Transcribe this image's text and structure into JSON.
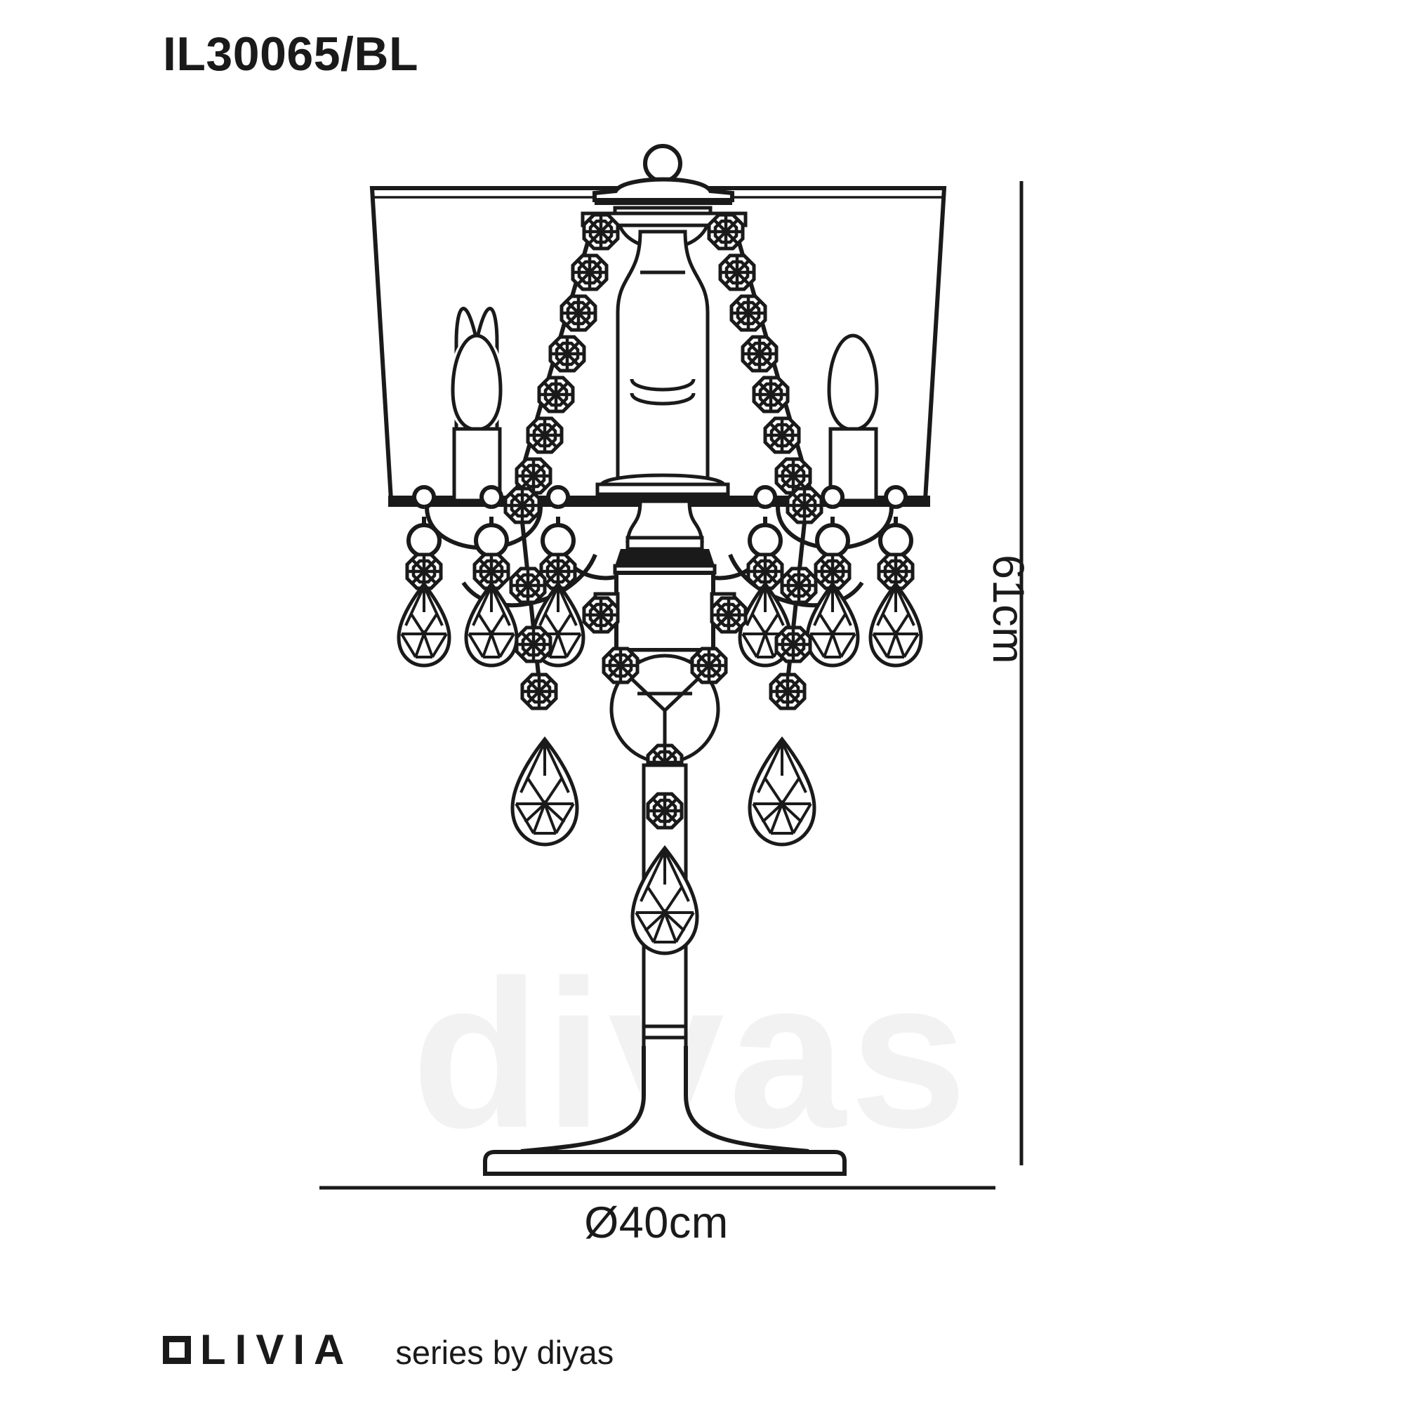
{
  "product": {
    "code": "IL30065/BL",
    "series_name": "OLIVIA",
    "series_tagline": "series by diyas",
    "watermark": "diyas"
  },
  "dimensions": {
    "height_label": "61cm",
    "width_label": "Ø40cm",
    "height_value": 61,
    "width_value": 40,
    "unit": "cm"
  },
  "colors": {
    "line": "#1a1a1a",
    "background": "#ffffff",
    "watermark": "#f2f2f2"
  },
  "drawing": {
    "title": "Olivia table lamp technical drawing",
    "parts": [
      "finial",
      "lamp-shade",
      "candle-bulb-left",
      "candle-bulb-right",
      "central-column",
      "crystal-bead-chain",
      "crystal-teardrop-pendant",
      "scroll-arm",
      "stem",
      "flared-base"
    ]
  }
}
